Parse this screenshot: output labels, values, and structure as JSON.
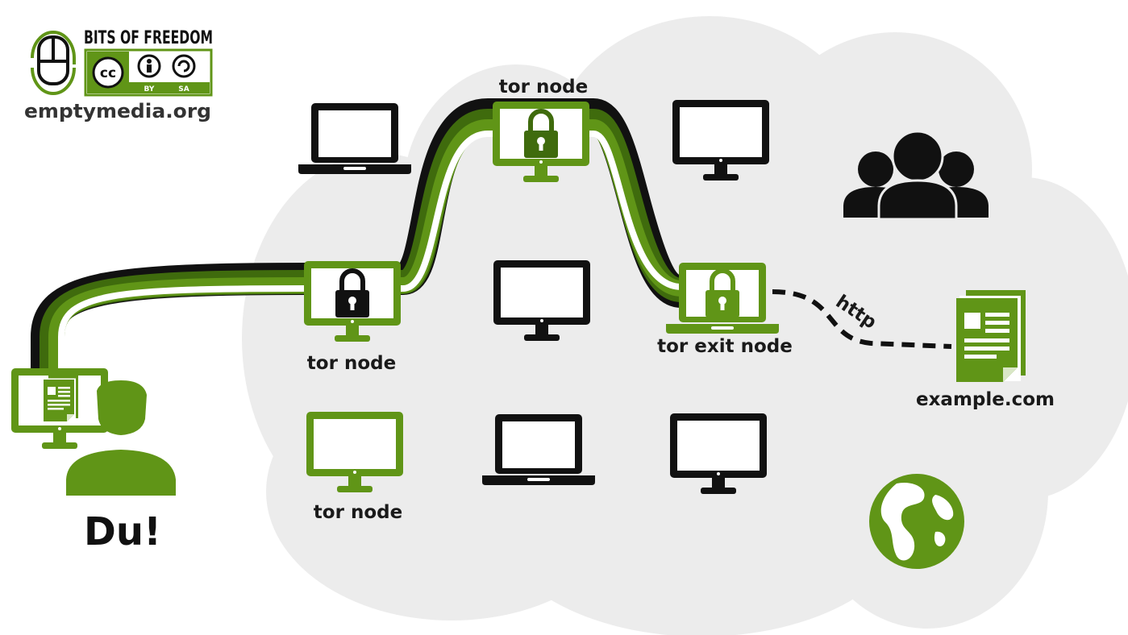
{
  "logo": {
    "org": "BITS OF FREEDOM",
    "url": "emptymedia.org",
    "license_by": "BY",
    "license_sa": "SA",
    "cc": "cc"
  },
  "labels": {
    "node_top": "tor node",
    "node_mid": "tor node",
    "node_bottom": "tor node",
    "exit_node": "tor exit node",
    "protocol": "http",
    "site": "example.com",
    "you": "Du!"
  },
  "colors": {
    "green": "#609517",
    "dark_green": "#3f6b0d",
    "black": "#111111",
    "cloud": "#ececec"
  },
  "icons": [
    "lock-icon",
    "monitor-icon",
    "laptop-icon",
    "people-icon",
    "document-icon",
    "globe-icon",
    "person-icon"
  ]
}
